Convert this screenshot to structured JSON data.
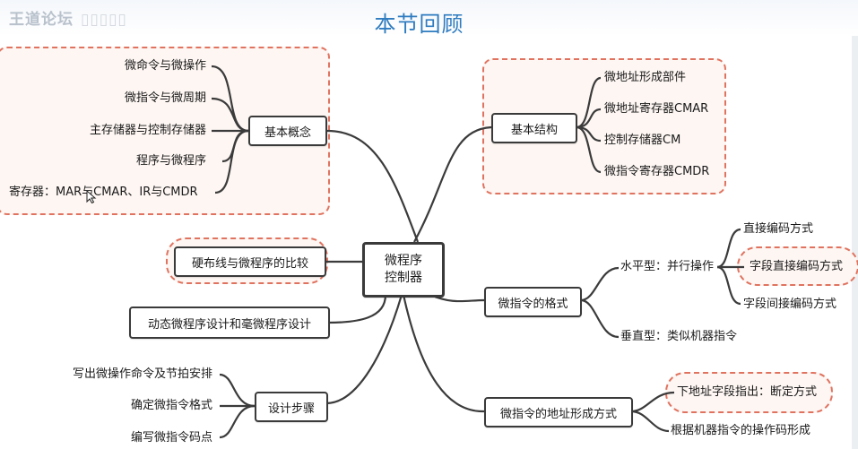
{
  "header": {
    "watermark": "王道论坛",
    "title": "本节回顾"
  },
  "center": {
    "label_line1": "微程序",
    "label_line2": "控制器"
  },
  "basic_concepts": {
    "label": "基本概念",
    "items": [
      "微命令与微操作",
      "微指令与微周期",
      "主存储器与控制存储器",
      "程序与微程序",
      "寄存器：MAR与CMAR、IR与CMDR"
    ]
  },
  "comparison": {
    "label": "硬布线与微程序的比较"
  },
  "dynamic": {
    "label": "动态微程序设计和毫微程序设计"
  },
  "design_steps": {
    "label": "设计步骤",
    "items": [
      "写出微操作命令及节拍安排",
      "确定微指令格式",
      "编写微指令码点"
    ]
  },
  "basic_structure": {
    "label": "基本结构",
    "items": [
      "微地址形成部件",
      "微地址寄存器CMAR",
      "控制存储器CM",
      "微指令寄存器CMDR"
    ]
  },
  "format": {
    "label": "微指令的格式",
    "horizontal": {
      "label": "水平型：并行操作",
      "items": [
        "直接编码方式",
        "字段直接编码方式",
        "字段间接编码方式"
      ]
    },
    "vertical": {
      "label": "垂直型：类似机器指令"
    }
  },
  "address": {
    "label": "微指令的地址形成方式",
    "items": [
      "下地址字段指出：断定方式",
      "根据机器指令的操作码形成"
    ]
  },
  "colors": {
    "title": "#2f7cc0",
    "highlight_border": "#e0735f",
    "line": "#3b3b3b"
  }
}
